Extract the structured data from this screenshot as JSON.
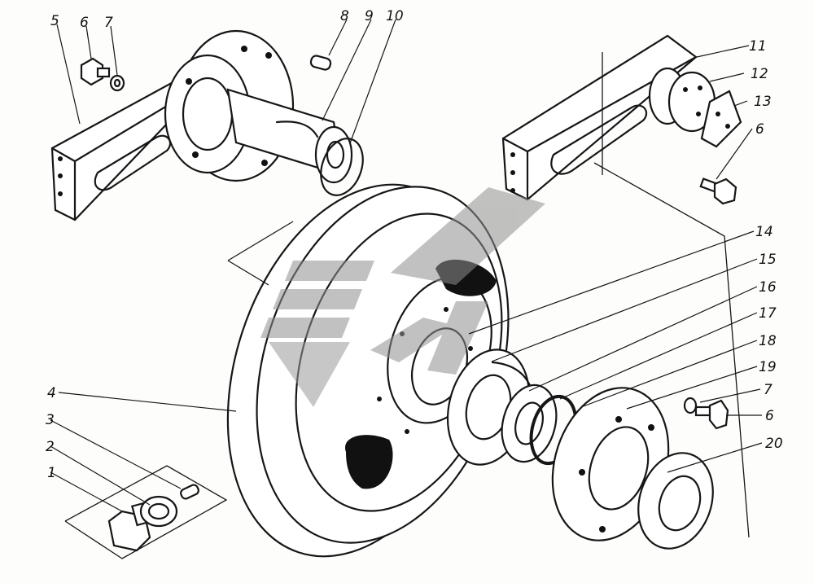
{
  "callouts": [
    "1",
    "2",
    "3",
    "4",
    "5",
    "6",
    "7",
    "8",
    "9",
    "10",
    "11",
    "12",
    "13",
    "14",
    "15",
    "16",
    "17",
    "18",
    "19",
    "20"
  ],
  "callout_6_second": "6",
  "callout_6_third": "6",
  "callout_7_second": "7",
  "colors": {
    "ink": "#161616",
    "paper": "#fdfdfb",
    "watermark": "#8f8f8f"
  },
  "watermark": "logo-watermark"
}
